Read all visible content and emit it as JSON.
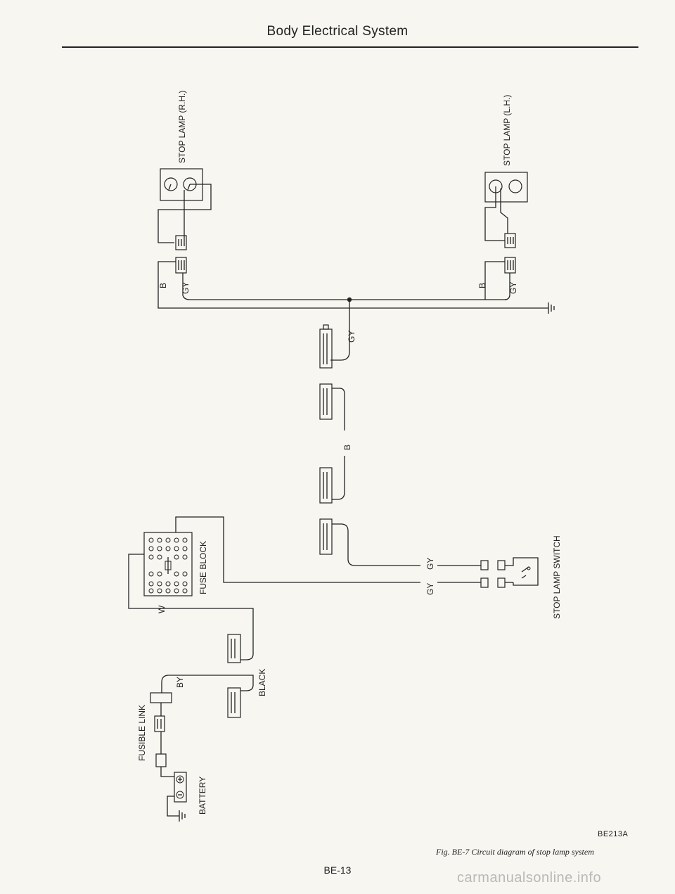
{
  "header": {
    "title": "Body Electrical System"
  },
  "components": {
    "stop_lamp_rh": "STOP LAMP (R.H.)",
    "stop_lamp_lh": "STOP LAMP (L.H.)",
    "fuse_block": "FUSE BLOCK",
    "fusible_link": "FUSIBLE LINK",
    "battery": "BATTERY",
    "black_connector": "BLACK",
    "stop_lamp_switch": "STOP LAMP SWITCH"
  },
  "wire_colors": {
    "b": "B",
    "gy": "GY",
    "w": "W",
    "by": "BY"
  },
  "footer": {
    "ref_code": "BE213A",
    "caption": "Fig. BE-7  Circuit diagram of stop lamp system",
    "page_number": "BE-13",
    "watermark": "carmanualsonline.info"
  }
}
